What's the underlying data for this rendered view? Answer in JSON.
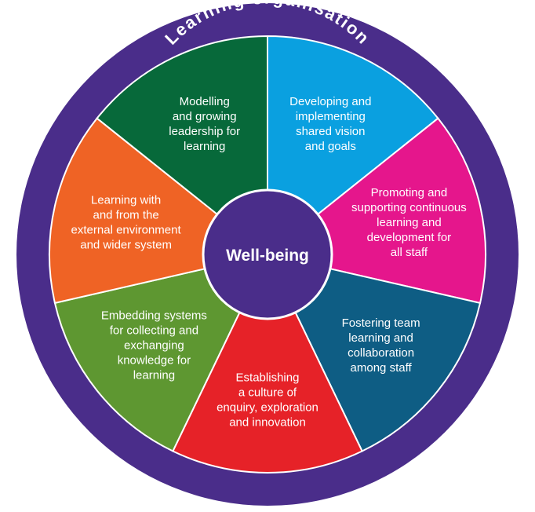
{
  "ring": {
    "title": "Learning organisation",
    "color": "#4a2d8a"
  },
  "center": {
    "label": "Well-being",
    "color": "#4a2d8a"
  },
  "segments": [
    {
      "lines": [
        "Developing and",
        "implementing",
        "shared vision",
        "and goals"
      ],
      "color": "#0aa0e0"
    },
    {
      "lines": [
        "Promoting and",
        "supporting continuous",
        "learning and",
        "development for",
        "all staff"
      ],
      "color": "#e5168c"
    },
    {
      "lines": [
        "Fostering team",
        "learning and",
        "collaboration",
        "among staff"
      ],
      "color": "#0e5d84"
    },
    {
      "lines": [
        "Establishing",
        "a culture of",
        "enquiry, exploration",
        "and innovation"
      ],
      "color": "#e62228"
    },
    {
      "lines": [
        "Embedding systems",
        "for collecting and",
        "exchanging",
        "knowledge for",
        "learning"
      ],
      "color": "#5e9731"
    },
    {
      "lines": [
        "Learning with",
        "and from the",
        "external environment",
        "and wider system"
      ],
      "color": "#ef6325"
    },
    {
      "lines": [
        "Modelling",
        "and growing",
        "leadership for",
        "learning"
      ],
      "color": "#07693a"
    }
  ]
}
